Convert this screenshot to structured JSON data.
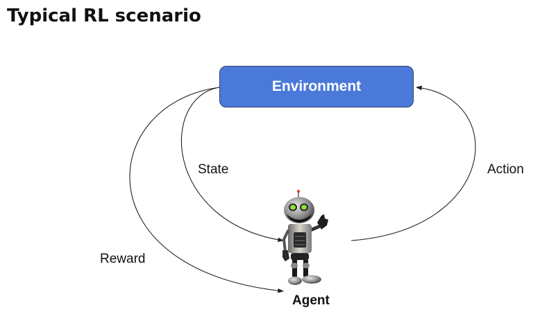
{
  "title": "Typical RL scenario",
  "diagram": {
    "nodes": {
      "environment": {
        "label": "Environment",
        "color": "#4a79da"
      },
      "agent": {
        "label": "Agent",
        "icon": "robot-icon"
      }
    },
    "edges": [
      {
        "id": "state",
        "label": "State",
        "from": "environment",
        "to": "agent"
      },
      {
        "id": "reward",
        "label": "Reward",
        "from": "environment",
        "to": "agent"
      },
      {
        "id": "action",
        "label": "Action",
        "from": "agent",
        "to": "environment"
      }
    ]
  }
}
